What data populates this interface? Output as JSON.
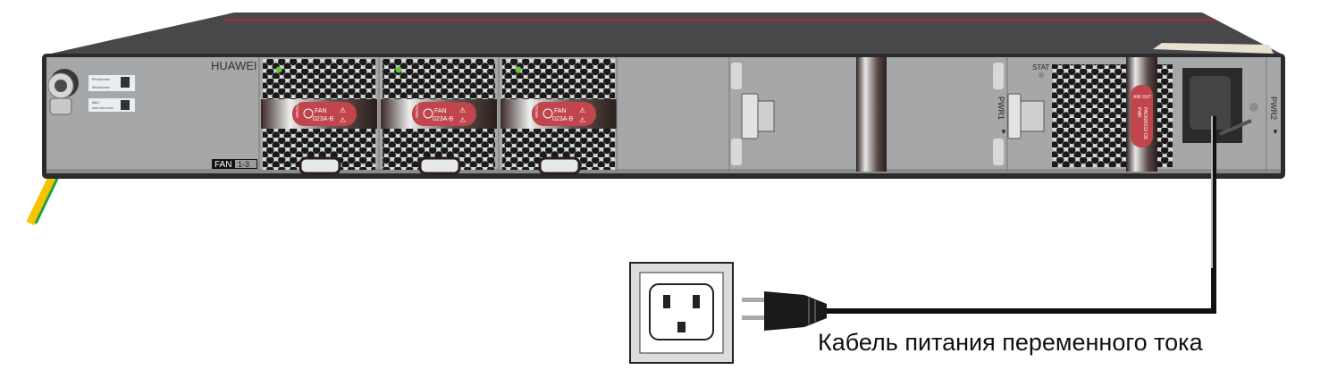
{
  "device": {
    "brand": "HUAWEI",
    "fan_bay_label": "FAN",
    "fan_bay_range": "1-3",
    "fans": [
      {
        "label": "FAN",
        "model": "023A-B",
        "airflow": "AIROUT"
      },
      {
        "label": "FAN",
        "model": "023A-B",
        "airflow": "AIROUT"
      },
      {
        "label": "FAN",
        "model": "023A-B",
        "airflow": "AIROUT"
      }
    ],
    "pwr1_label": "PWR1",
    "pwr2_label": "PWR2",
    "stat_label": "STAT",
    "psu": {
      "airflow": "AIR OUT",
      "label": "PWR",
      "model": "PAC600S12-CB"
    },
    "labels": {
      "pn": "PN:xxxxxxxx",
      "sn": "SN:xxxxxxxx",
      "mac": "MAC:",
      "mac_value": "xxxx-xxxx-xxxx"
    },
    "led_color": "#5fc43a",
    "accent_red": "#c0454c"
  },
  "caption": "Кабель питания переменного тока"
}
